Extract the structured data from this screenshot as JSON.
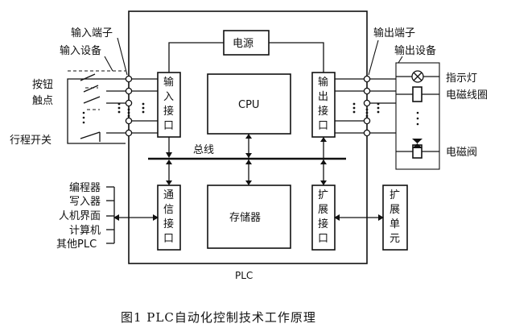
{
  "caption": "图1   PLC自动化控制技术工作原理",
  "plc_label": "PLC",
  "power": "电源",
  "cpu": "CPU",
  "memory": "存储器",
  "bus": "总线",
  "input_interface": [
    "输",
    "入",
    "接",
    "口"
  ],
  "output_interface": [
    "输",
    "出",
    "接",
    "口"
  ],
  "comm_interface": [
    "通",
    "信",
    "接",
    "口"
  ],
  "ext_interface": [
    "扩",
    "展",
    "接",
    "口"
  ],
  "ext_unit": [
    "扩",
    "展",
    "单",
    "元"
  ],
  "left_top": {
    "input_terminal": "输入端子",
    "input_device": "输入设备",
    "button_line1": "按钮",
    "button_line2": "触点",
    "limit_switch": "行程开关"
  },
  "right_top": {
    "output_terminal": "输出端子",
    "output_device": "输出设备",
    "indicator": "指示灯",
    "coil": "电磁线圈",
    "valve": "电磁阀"
  },
  "left_bottom": [
    "编程器",
    "写入器",
    "人机界面",
    "计算机",
    "其他PLC"
  ]
}
